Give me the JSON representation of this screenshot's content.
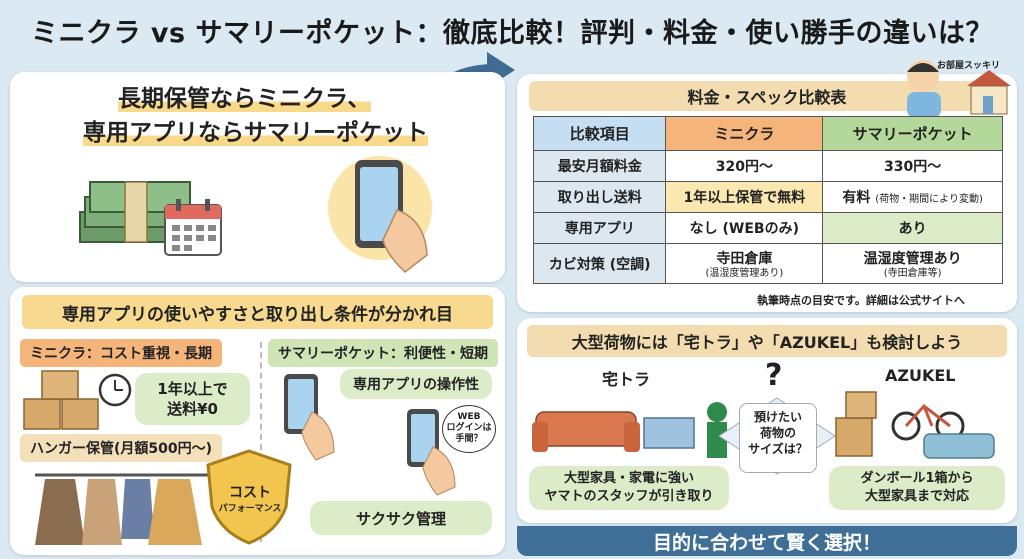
{
  "title": "ミニクラ vs サマリーポケット：徹底比較！評判・料金・使い勝手の違いは？",
  "headline": {
    "line1": "長期保管ならミニクラ、",
    "line2": "専用アプリならサマリーポケット"
  },
  "usability": {
    "header": "専用アプリの使いやすさと取り出し条件が分かれ目",
    "minikura_tag": "ミニクラ：コスト重視・長期",
    "minikura_bubble_line1": "1年以上で",
    "minikura_bubble_line2": "送料¥0",
    "hanger_tag": "ハンガー保管(月額500円〜)",
    "cost_badge_line1": "コスト",
    "cost_badge_line2": "パフォーマンス",
    "summary_tag": "サマリーポケット：利便性・短期",
    "app_bubble": "専用アプリの操作性",
    "web_bubble_line1": "WEB",
    "web_bubble_line2": "ログインは",
    "web_bubble_line3": "手間？",
    "sakusaku_bubble": "サクサク管理"
  },
  "spec": {
    "header": "料金・スペック比較表",
    "columns": [
      "比較項目",
      "ミニクラ",
      "サマリーポケット"
    ],
    "rows": [
      {
        "label": "最安月額料金",
        "minikura": "320円〜",
        "summary": "330円〜"
      },
      {
        "label": "取り出し送料",
        "minikura": "1年以上保管で無料",
        "summary": "有料",
        "summary_note": "(荷物・期間により変動)"
      },
      {
        "label": "専用アプリ",
        "minikura": "なし (WEBのみ)",
        "summary": "あり"
      },
      {
        "label": "カビ対策 (空調)",
        "minikura": "寺田倉庫",
        "minikura_note": "(温湿度管理あり)",
        "summary": "温湿度管理あり",
        "summary_note": "(寺田倉庫等)"
      }
    ],
    "note": "執筆時点の目安です。詳細は公式サイトへ",
    "mascot_sign": "お部屋スッキリ"
  },
  "large": {
    "header": "大型荷物には「宅トラ」や「AZUKEL」も検討しよう",
    "takutora_label": "宅トラ",
    "azukel_label": "AZUKEL",
    "question_mark": "?",
    "question_line1": "預けたい",
    "question_line2": "荷物の",
    "question_line3": "サイズは？",
    "takutora_bubble_line1": "大型家具・家電に強い",
    "takutora_bubble_line2": "ヤマトのスタッフが引き取り",
    "azukel_bubble_line1": "ダンボール1箱から",
    "azukel_bubble_line2": "大型家具まで対応"
  },
  "banner": "目的に合わせて賢く選択！"
}
